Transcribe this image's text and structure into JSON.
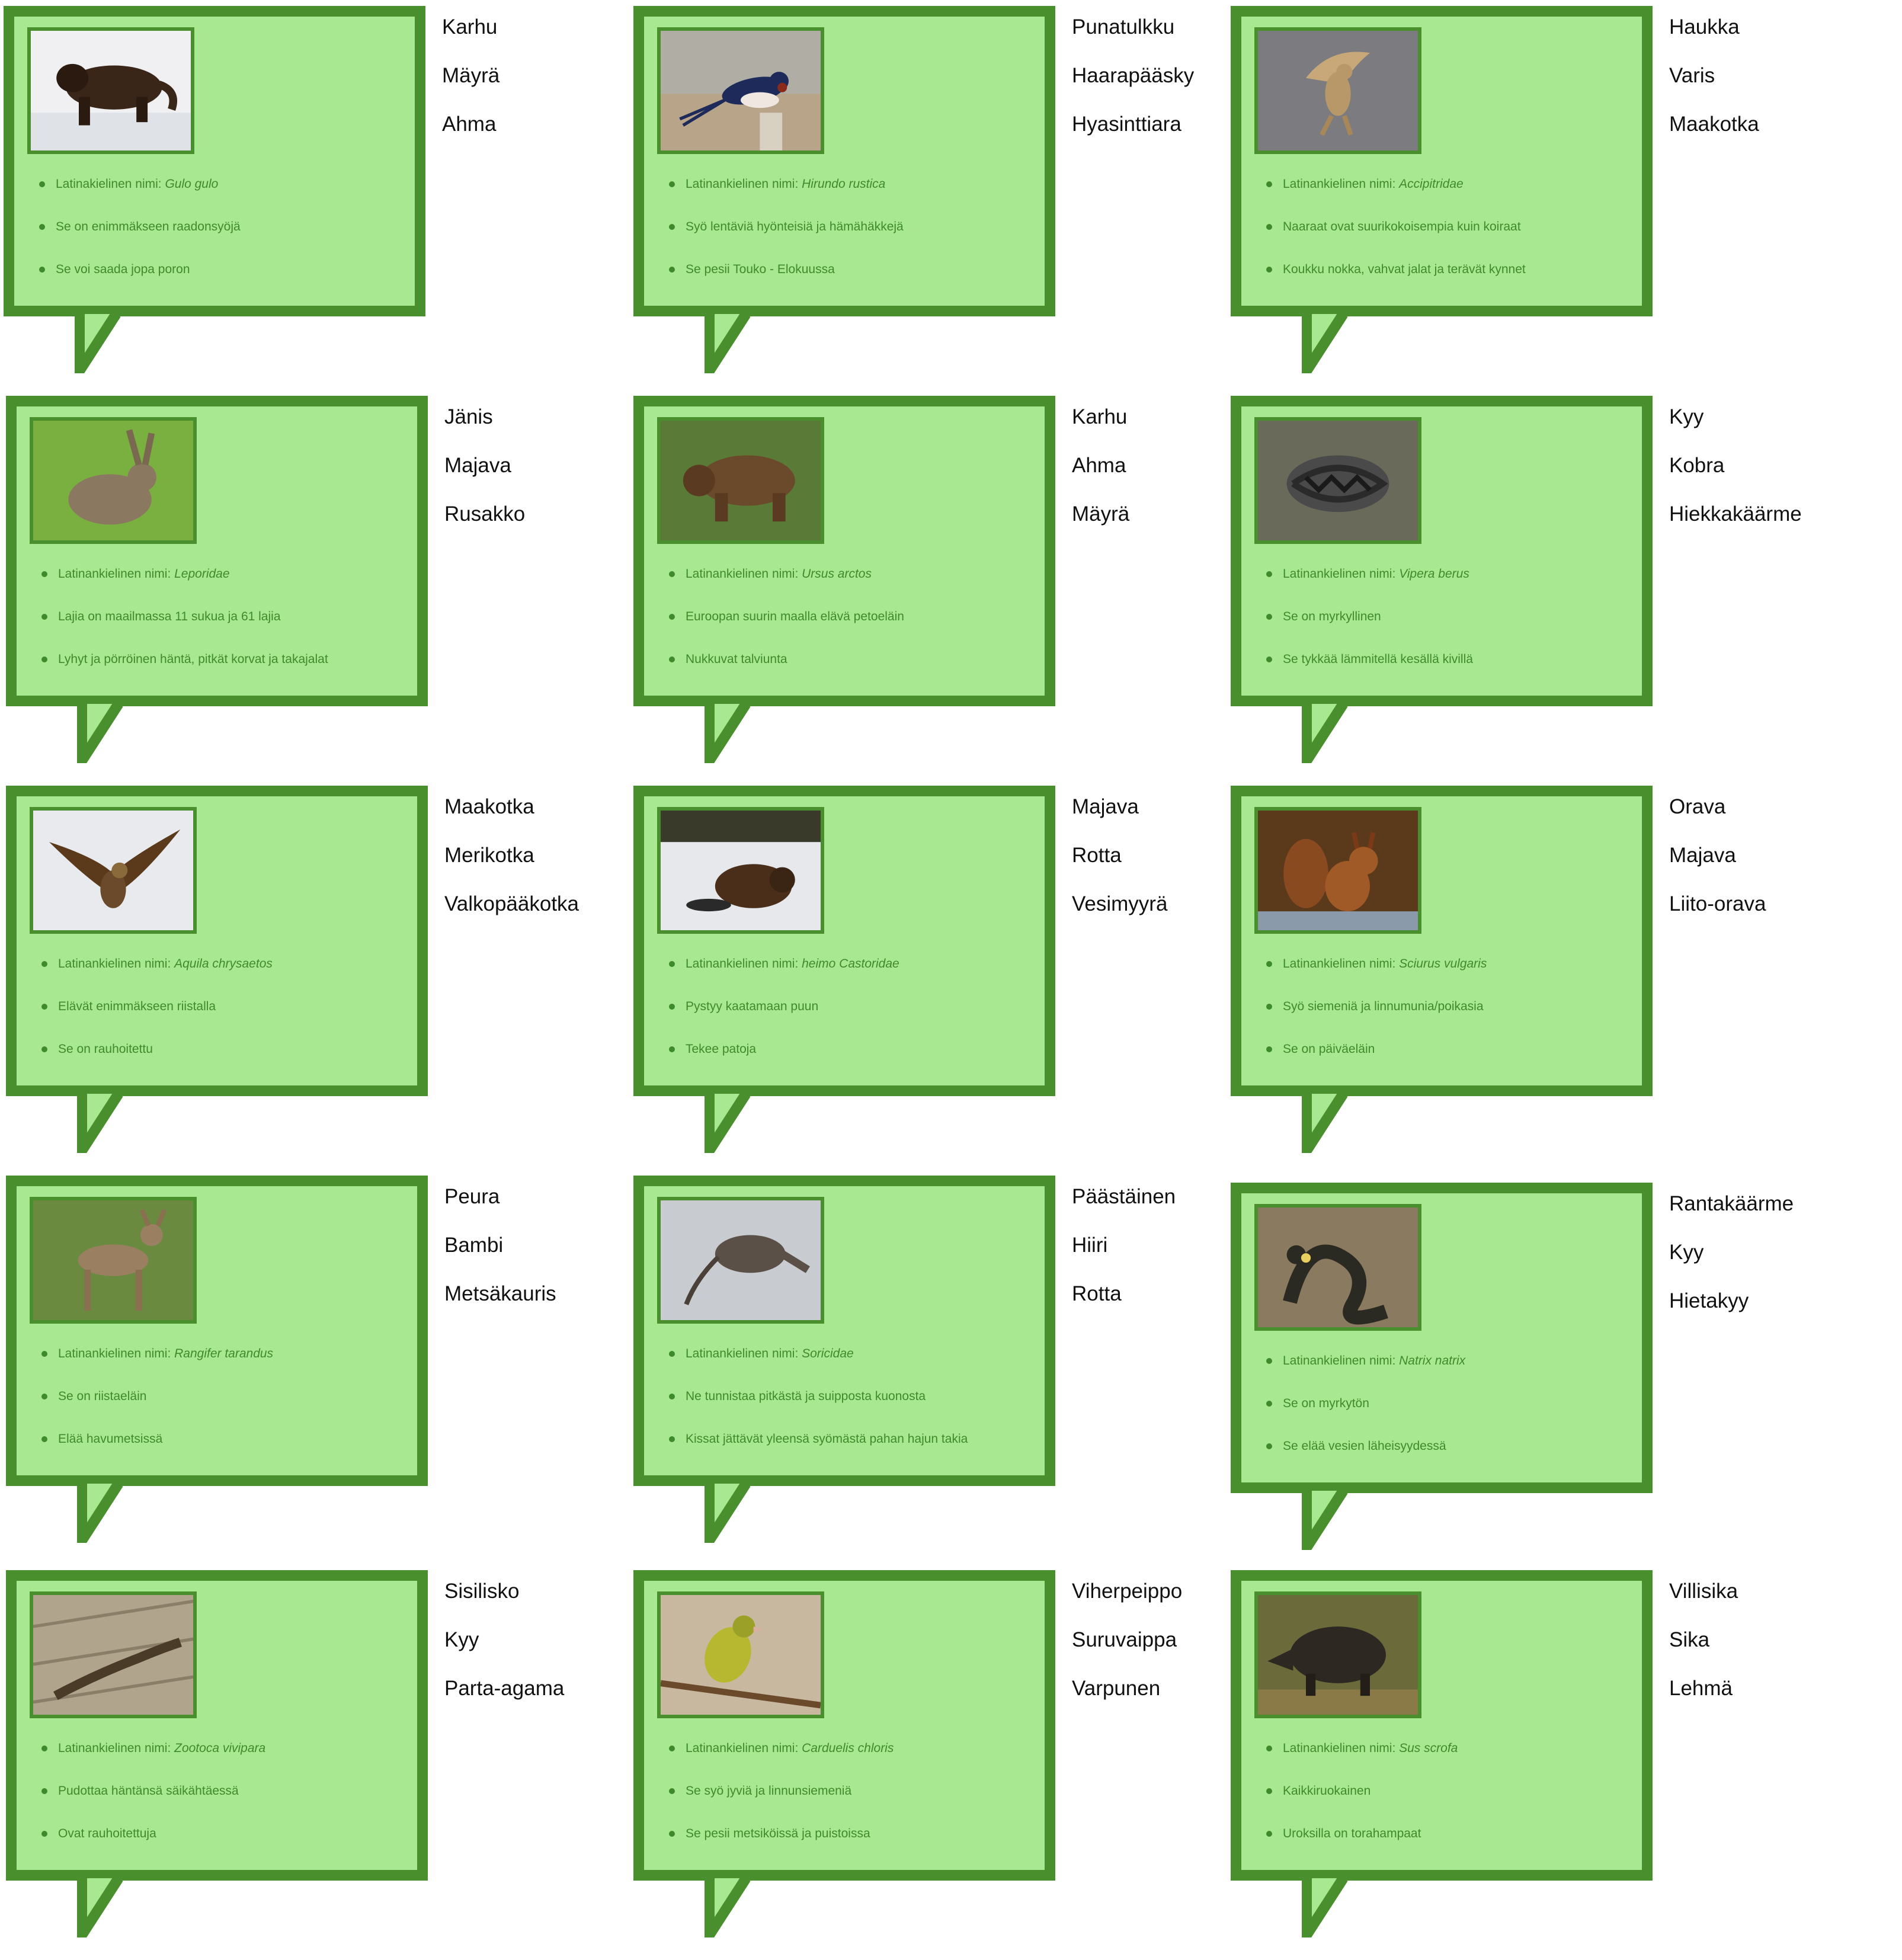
{
  "colors": {
    "bubble_fill": "#a8e890",
    "bubble_border": "#4a8f2e",
    "fact_text": "#3f8a2a",
    "option_text": "#111111"
  },
  "cards": [
    {
      "photo": "wolverine-photo",
      "facts": [
        {
          "pre": "Latinakielinen nimi: ",
          "em": "Gulo gulo"
        },
        {
          "pre": "Se on enimmäkseen raadonsyöjä"
        },
        {
          "pre": "Se voi saada jopa poron"
        }
      ],
      "options": [
        "Karhu",
        "Mäyrä",
        "Ahma"
      ]
    },
    {
      "photo": "swallow-photo",
      "facts": [
        {
          "pre": "Latinankielinen nimi: ",
          "em": "Hirundo rustica"
        },
        {
          "pre": "Syö lentäviä hyönteisiä ja hämähäkkejä"
        },
        {
          "pre": "Se pesii Touko - Elokuussa"
        }
      ],
      "options": [
        "Punatulkku",
        "Haarapääsky",
        "Hyasinttiara"
      ]
    },
    {
      "photo": "hawk-photo",
      "facts": [
        {
          "pre": "Latinankielinen nimi: ",
          "em": "Accipitridae"
        },
        {
          "pre": "Naaraat ovat suurikokoisempia kuin koiraat"
        },
        {
          "pre": "Koukku nokka, vahvat jalat ja terävät kynnet"
        }
      ],
      "options": [
        "Haukka",
        "Varis",
        "Maakotka"
      ]
    },
    {
      "photo": "hare-photo",
      "facts": [
        {
          "pre": "Latinankielinen nimi: ",
          "em": "Leporidae"
        },
        {
          "pre": "Lajia on maailmassa 11 sukua ja 61 lajia"
        },
        {
          "pre": "Lyhyt ja pörröinen häntä, pitkät korvat ja takajalat"
        }
      ],
      "options": [
        "Jänis",
        "Majava",
        "Rusakko"
      ]
    },
    {
      "photo": "bear-photo",
      "facts": [
        {
          "pre": "Latinankielinen nimi: ",
          "em": "Ursus arctos"
        },
        {
          "pre": "Euroopan suurin maalla elävä petoeläin"
        },
        {
          "pre": "Nukkuvat talviunta"
        }
      ],
      "options": [
        "Karhu",
        "Ahma",
        "Mäyrä"
      ]
    },
    {
      "photo": "viper-photo",
      "facts": [
        {
          "pre": "Latinankielinen nimi: ",
          "em": "Vipera berus"
        },
        {
          "pre": "Se on myrkyllinen"
        },
        {
          "pre": "Se tykkää lämmitellä kesällä kivillä"
        }
      ],
      "options": [
        "Kyy",
        "Kobra",
        "Hiekkakäärme"
      ]
    },
    {
      "photo": "eagle-photo",
      "facts": [
        {
          "pre": "Latinankielinen nimi: ",
          "em": "Aquila chrysaetos"
        },
        {
          "pre": "Elävät enimmäkseen riistalla"
        },
        {
          "pre": "Se on rauhoitettu"
        }
      ],
      "options": [
        "Maakotka",
        "Merikotka",
        "Valkopääkotka"
      ]
    },
    {
      "photo": "beaver-photo",
      "facts": [
        {
          "pre": "Latinankielinen nimi: ",
          "em": "heimo Castoridae"
        },
        {
          "pre": "Pystyy kaatamaan puun"
        },
        {
          "pre": "Tekee patoja"
        }
      ],
      "options": [
        "Majava",
        "Rotta",
        "Vesimyyrä"
      ]
    },
    {
      "photo": "squirrel-photo",
      "facts": [
        {
          "pre": "Latinankielinen nimi: ",
          "em": "Sciurus vulgaris"
        },
        {
          "pre": "Syö siemeniä ja linnumunia/poikasia"
        },
        {
          "pre": "Se on päiväeläin"
        }
      ],
      "options": [
        "Orava",
        "Majava",
        "Liito-orava"
      ]
    },
    {
      "photo": "deer-photo",
      "facts": [
        {
          "pre": "Latinankielinen nimi: ",
          "em": "Rangifer tarandus"
        },
        {
          "pre": "Se on riistaeläin"
        },
        {
          "pre": "Elää havumetsissä"
        }
      ],
      "options": [
        "Peura",
        "Bambi",
        "Metsäkauris"
      ]
    },
    {
      "photo": "shrew-photo",
      "facts": [
        {
          "pre": "Latinankielinen nimi: ",
          "em": "Soricidae"
        },
        {
          "pre": "Ne tunnistaa pitkästä ja suipposta kuonosta"
        },
        {
          "pre": "Kissat jättävät yleensä syömästä pahan hajun takia"
        }
      ],
      "options": [
        "Päästäinen",
        "Hiiri",
        "Rotta"
      ]
    },
    {
      "photo": "grass-snake-photo",
      "facts": [
        {
          "pre": "Latinankielinen nimi: ",
          "em": "Natrix natrix"
        },
        {
          "pre": "Se on myrkytön"
        },
        {
          "pre": "Se elää vesien läheisyydessä"
        }
      ],
      "options": [
        "Rantakäärme",
        "Kyy",
        "Hietakyy"
      ]
    },
    {
      "photo": "lizard-photo",
      "facts": [
        {
          "pre": "Latinankielinen nimi: ",
          "em": "Zootoca vivipara"
        },
        {
          "pre": "Pudottaa häntänsä säikähtäessä"
        },
        {
          "pre": "Ovat rauhoitettuja"
        }
      ],
      "options": [
        "Sisilisko",
        "Kyy",
        "Parta-agama"
      ]
    },
    {
      "photo": "greenfinch-photo",
      "facts": [
        {
          "pre": "Latinankielinen nimi: ",
          "em": "Carduelis chloris"
        },
        {
          "pre": "Se syö jyviä ja linnunsiemeniä"
        },
        {
          "pre": "Se pesii metsiköissä ja puistoissa"
        }
      ],
      "options": [
        "Viherpeippo",
        "Suruvaippa",
        "Varpunen"
      ]
    },
    {
      "photo": "boar-photo",
      "facts": [
        {
          "pre": "Latinankielinen nimi: ",
          "em": "Sus scrofa"
        },
        {
          "pre": "Kaikkiruokainen"
        },
        {
          "pre": "Uroksilla on torahampaat"
        }
      ],
      "options": [
        "Villisika",
        "Sika",
        "Lehmä"
      ]
    }
  ]
}
